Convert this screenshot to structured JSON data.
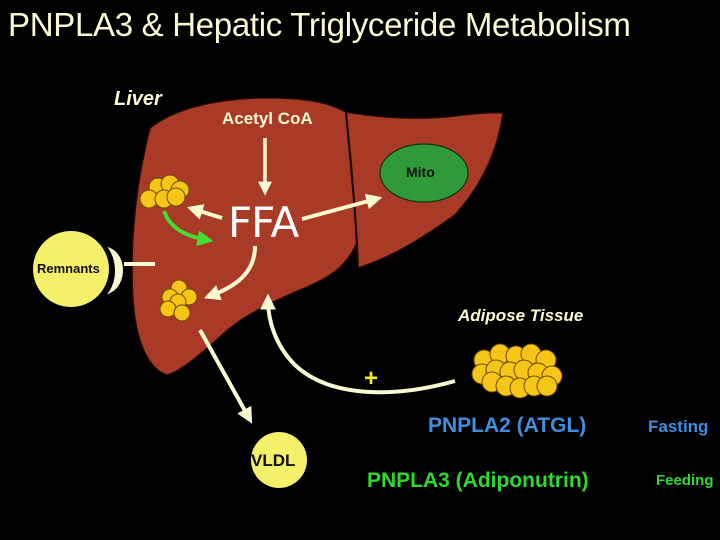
{
  "title": "PNPLA3 & Hepatic Triglyceride Metabolism",
  "labels": {
    "liver": "Liver",
    "acetyl_coa": "Acetyl CoA",
    "ffa": "FFA",
    "mito": "Mito",
    "remnants": "Remnants",
    "vldl": "VLDL",
    "adipose_tissue": "Adipose Tissue",
    "plus_sign": "+"
  },
  "legend": [
    {
      "enzyme": "PNPLA2 (ATGL)",
      "state": "Fasting",
      "color": "#3d8fe0"
    },
    {
      "enzyme": "PNPLA3 (Adiponutrin)",
      "state": "Feeding",
      "color": "#2fd82f"
    }
  ],
  "colors": {
    "background": "#000000",
    "liver": "#a83a26",
    "liver_outline": "#1a0a05",
    "arrow": "#fafad2",
    "lipid_droplet": "#f5c518",
    "lipid_outline": "#6b4a00",
    "mito_fill": "#2f9a3a",
    "remnant_fill": "#f5f06a",
    "lipolysis_arrow": "#44dd33",
    "title_text": "#fafad2"
  },
  "icons": {
    "lipid_droplet_cluster": "circle-cluster",
    "arrow": "arrowhead"
  }
}
